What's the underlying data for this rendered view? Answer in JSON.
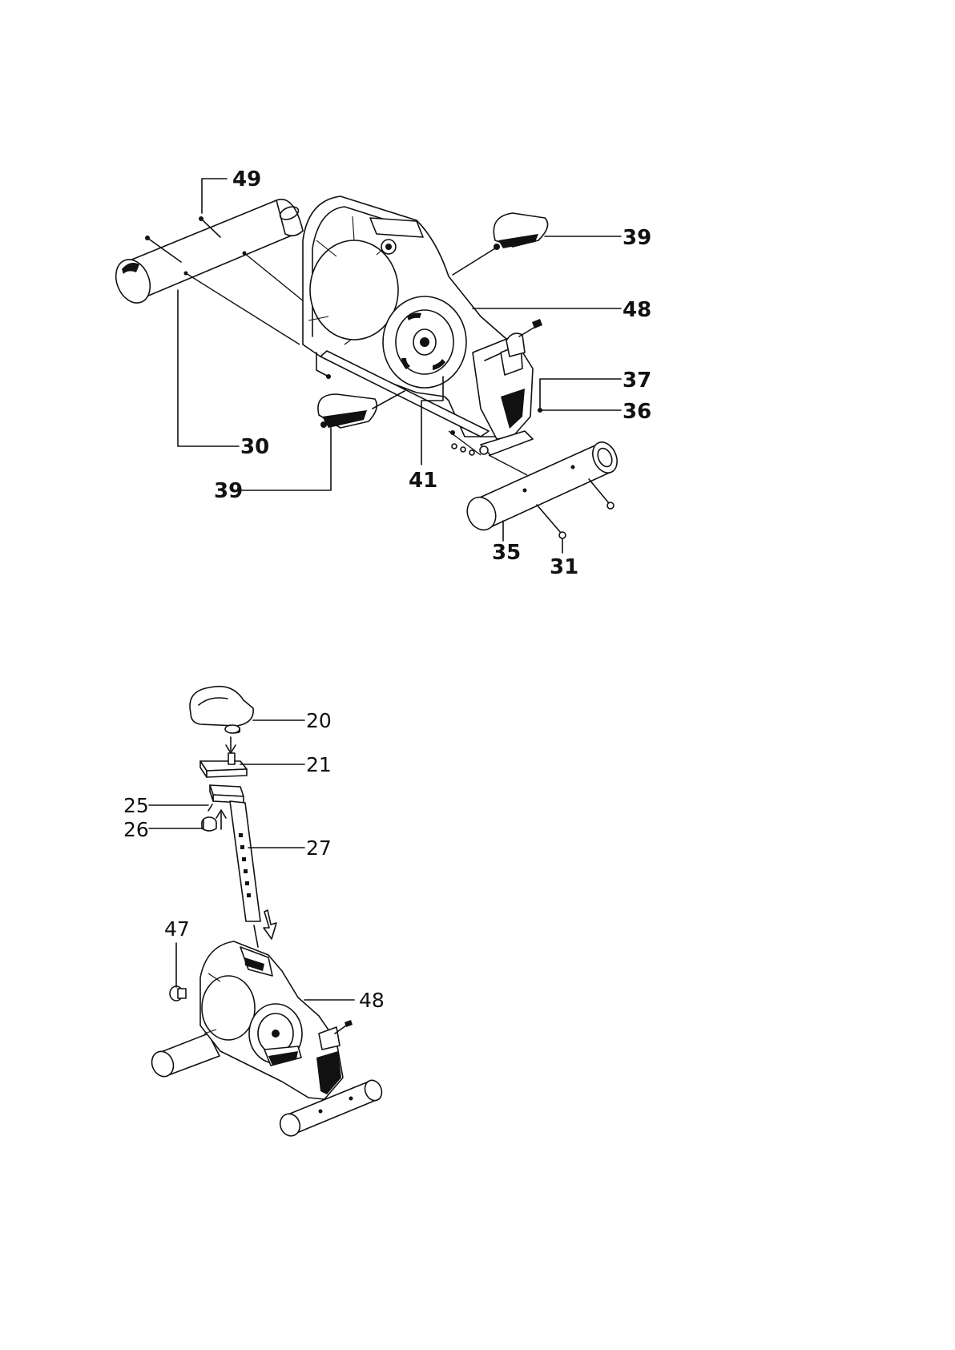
{
  "diagram_top": {
    "labels": {
      "p49": "49",
      "p39_right": "39",
      "p48": "48",
      "p37": "37",
      "p36": "36",
      "p30": "30",
      "p39_left": "39",
      "p41": "41",
      "p35": "35",
      "p31": "31"
    }
  },
  "diagram_bottom": {
    "labels": {
      "p20": "20",
      "p21": "21",
      "p25": "25",
      "p26": "26",
      "p27": "27",
      "p47": "47",
      "p48": "48"
    }
  }
}
